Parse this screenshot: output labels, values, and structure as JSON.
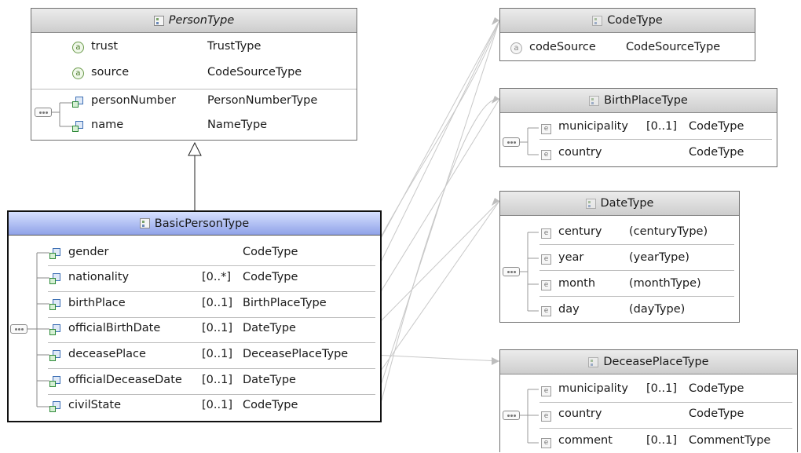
{
  "person_type": {
    "title": "PersonType",
    "attributes": [
      {
        "name": "trust",
        "type": "TrustType",
        "icon": "attribute-icon"
      },
      {
        "name": "source",
        "type": "CodeSourceType",
        "icon": "attribute-icon"
      }
    ],
    "elements": [
      {
        "name": "personNumber",
        "type": "PersonNumberType",
        "icon": "element-ref-icon"
      },
      {
        "name": "name",
        "type": "NameType",
        "icon": "element-ref-icon"
      }
    ]
  },
  "basic_person_type": {
    "title": "BasicPersonType",
    "elements": [
      {
        "name": "gender",
        "card": "",
        "type": "CodeType"
      },
      {
        "name": "nationality",
        "card": "[0..*]",
        "type": "CodeType"
      },
      {
        "name": "birthPlace",
        "card": "[0..1]",
        "type": "BirthPlaceType"
      },
      {
        "name": "officialBirthDate",
        "card": "[0..1]",
        "type": "DateType"
      },
      {
        "name": "deceasePlace",
        "card": "[0..1]",
        "type": "DeceasePlaceType"
      },
      {
        "name": "officialDeceaseDate",
        "card": "[0..1]",
        "type": "DateType"
      },
      {
        "name": "civilState",
        "card": "[0..1]",
        "type": "CodeType"
      }
    ]
  },
  "code_type": {
    "title": "CodeType",
    "attributes": [
      {
        "name": "codeSource",
        "type": "CodeSourceType"
      }
    ]
  },
  "birth_place_type": {
    "title": "BirthPlaceType",
    "elements": [
      {
        "name": "municipality",
        "card": "[0..1]",
        "type": "CodeType"
      },
      {
        "name": "country",
        "card": "",
        "type": "CodeType"
      }
    ]
  },
  "date_type": {
    "title": "DateType",
    "elements": [
      {
        "name": "century",
        "type": "(centuryType)"
      },
      {
        "name": "year",
        "type": "(yearType)"
      },
      {
        "name": "month",
        "type": "(monthType)"
      },
      {
        "name": "day",
        "type": "(dayType)"
      }
    ]
  },
  "decease_place_type": {
    "title": "DeceasePlaceType",
    "elements": [
      {
        "name": "municipality",
        "card": "[0..1]",
        "type": "CodeType"
      },
      {
        "name": "country",
        "card": "",
        "type": "CodeType"
      },
      {
        "name": "comment",
        "card": "[0..1]",
        "type": "CommentType"
      }
    ]
  },
  "icons": {
    "attribute_glyph": "a",
    "element_glyph": "e"
  },
  "colors": {
    "active_header_top": "#d6e0ff",
    "active_header_bottom": "#8fa2e8",
    "connector": "#c4c4c4"
  }
}
